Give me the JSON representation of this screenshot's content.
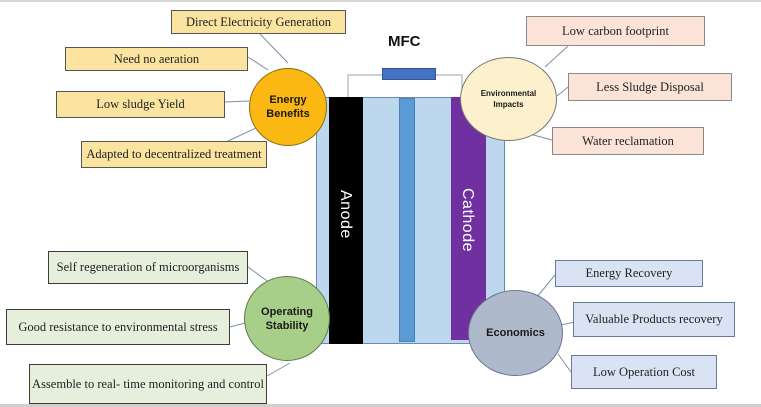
{
  "diagram": {
    "title": "MFC",
    "cell": {
      "anode_label": "Anode",
      "cathode_label": "Cathode"
    },
    "hubs": {
      "energy": {
        "line1": "Energy",
        "line2": "Benefits",
        "items": [
          "Direct Electricity Generation",
          "Need no aeration",
          "Low sludge Yield",
          "Adapted to decentralized treatment"
        ]
      },
      "environmental": {
        "line1": "Environmental",
        "line2": "Impacts",
        "items": [
          "Low carbon footprint",
          "Less Sludge Disposal",
          "Water reclamation"
        ]
      },
      "operating": {
        "line1": "Operating",
        "line2": "Stability",
        "items": [
          "Self regeneration of microorganisms",
          "Good resistance to environmental stress",
          "Assemble to real- time monitoring and control"
        ]
      },
      "economics": {
        "label": "Economics",
        "items": [
          "Energy Recovery",
          "Valuable Products recovery",
          "Low Operation Cost"
        ]
      }
    },
    "colors": {
      "energy_hub": "#fbb812",
      "energy_boxes": "#fbe3a0",
      "environmental_hub": "#fdf0cc",
      "environmental_boxes": "#fbe3d7",
      "operating_hub": "#a8cf8a",
      "operating_boxes": "#e6efdc",
      "economics_hub": "#aeb9cb",
      "economics_boxes": "#dae3f3",
      "anode": "#000000",
      "cathode": "#7030a0",
      "membrane": "#5b9bd5",
      "electrolyte": "#bdd7ee",
      "resistor": "#4472c4"
    }
  }
}
